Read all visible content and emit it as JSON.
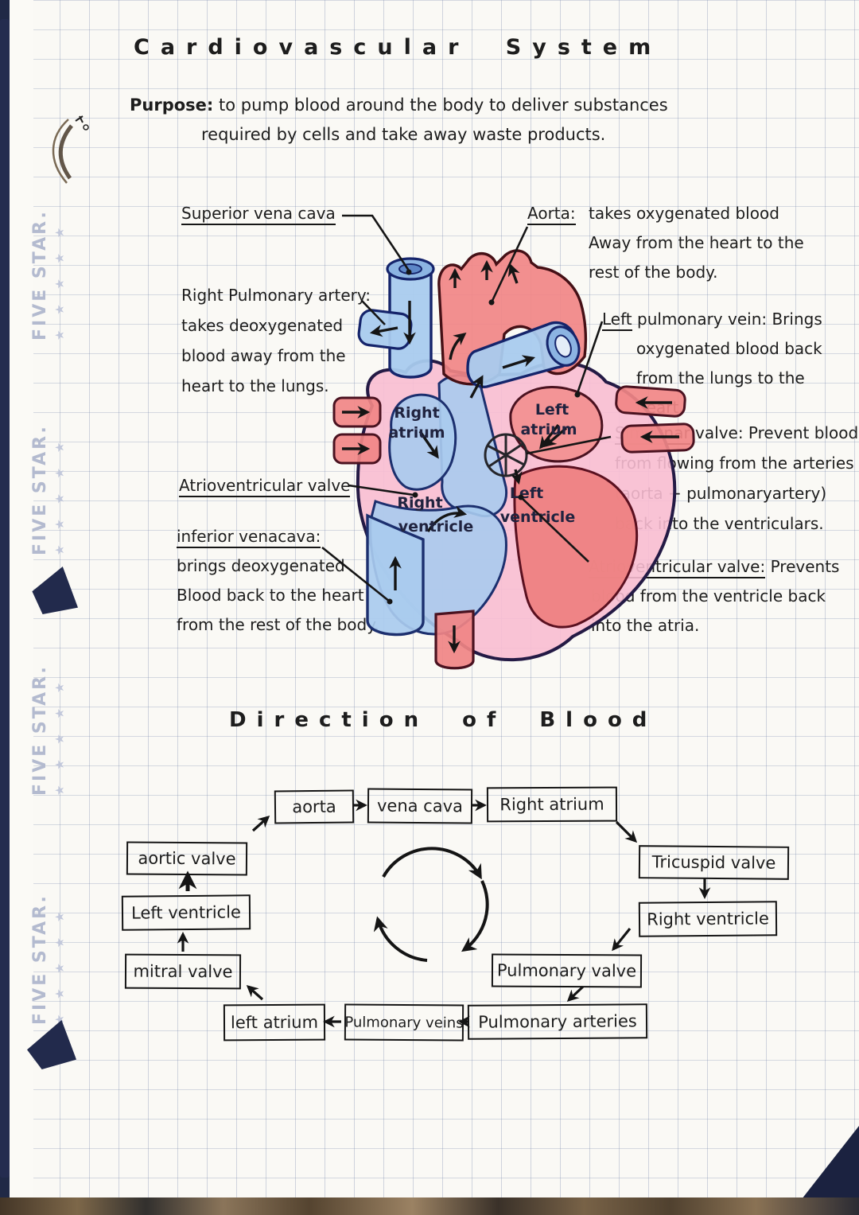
{
  "notebook": {
    "brand": "FIVE STAR.",
    "stars": "★ ★ ★ ★ ★"
  },
  "header": {
    "title": "Cardiovascular System",
    "purpose_label": "Purpose:",
    "purpose_line1": "to pump blood around the body to deliver substances",
    "purpose_line2": "required by cells and take away waste products."
  },
  "colors": {
    "artery_red": "#f08484",
    "vein_blue": "#a9c9ea",
    "heart_pink": "#f8bdd2",
    "outline_navy": "#1c2f6e",
    "ink": "#161616",
    "cover_navy": "#242c4f"
  },
  "heart": {
    "chambers": {
      "ra1": "Right",
      "ra2": "atrium",
      "la1": "Left",
      "la2": "atrium",
      "rv1": "Right",
      "rv2": "ventricle",
      "lv1": "Left",
      "lv2": "ventricle"
    },
    "annotations": {
      "svc": {
        "label": "Superior vena cava"
      },
      "aorta": {
        "label": "Aorta:",
        "lines": [
          "takes oxygenated blood",
          "Away from the heart to the",
          "rest of the body."
        ]
      },
      "rpa": {
        "lines": [
          "Right Pulmonary artery:",
          "takes deoxygenated",
          "blood away from the",
          "heart to the lungs."
        ]
      },
      "lpv": {
        "label": "Left",
        "rest": "pulmonary vein: Brings",
        "lines": [
          "oxygenated blood back",
          "from the lungs to the",
          "heart."
        ]
      },
      "semilunar": {
        "label": "Similunar",
        "rest": "valve: Prevent blood",
        "lines": [
          "from flowing from the arteries",
          "(aorta + pulmonaryartery)",
          "back into the ventriculars."
        ]
      },
      "av_left": {
        "label": "Atrioventricular valve"
      },
      "ivc": {
        "label": "inferior venacava:",
        "lines": [
          "brings deoxygenated",
          "Blood back to the heart",
          "from the rest of the body."
        ]
      },
      "av_right": {
        "label": "Atrioventricular valve:",
        "rest": "Prevents",
        "lines": [
          "blood from the ventricle back",
          "into the atria."
        ]
      }
    }
  },
  "flowchart": {
    "heading": "Direction of Blood",
    "boxes": {
      "aorta": "aorta",
      "vena_cava": "vena cava",
      "right_atrium": "Right atrium",
      "tricuspid_valve": "Tricuspid valve",
      "right_ventricle": "Right ventricle",
      "pulmonary_valve": "Pulmonary valve",
      "pulmonary_arteries": "Pulmonary arteries",
      "pulmonary_veins": "Pulmonary veins",
      "left_atrium": "left atrium",
      "mitral_valve": "mitral valve",
      "left_ventricle": "Left ventricle",
      "aortic_valve": "aortic valve"
    }
  }
}
